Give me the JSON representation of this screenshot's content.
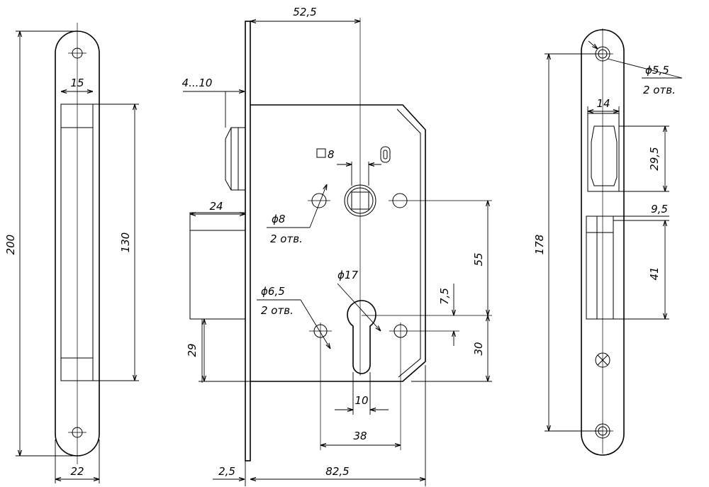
{
  "dimensions": {
    "faceplate_height": "200",
    "faceplate_width": "22",
    "bolt_slot_width": "15",
    "bolt_slot_height": "130",
    "backset": "52,5",
    "door_gap": "4...10",
    "latch_projection": "24",
    "deadbolt_offset": "29",
    "face_thickness": "2,5",
    "body_width": "82,5",
    "spindle_square": "8",
    "hole_8": "ϕ8",
    "hole_8_count": "2 отв.",
    "hole_6_5": "ϕ6,5",
    "hole_6_5_count": "2 отв.",
    "cylinder_diameter": "ϕ17",
    "distance_55": "55",
    "distance_7_5": "7,5",
    "distance_30": "30",
    "cylinder_width": "10",
    "hole_spacing": "38",
    "strike_height": "178",
    "strike_hole": "ϕ5,5",
    "strike_hole_count": "2 отв.",
    "strike_latch_width": "14",
    "strike_latch_height": "29,5",
    "strike_bolt_depth": "9,5",
    "strike_bolt_height": "41"
  }
}
